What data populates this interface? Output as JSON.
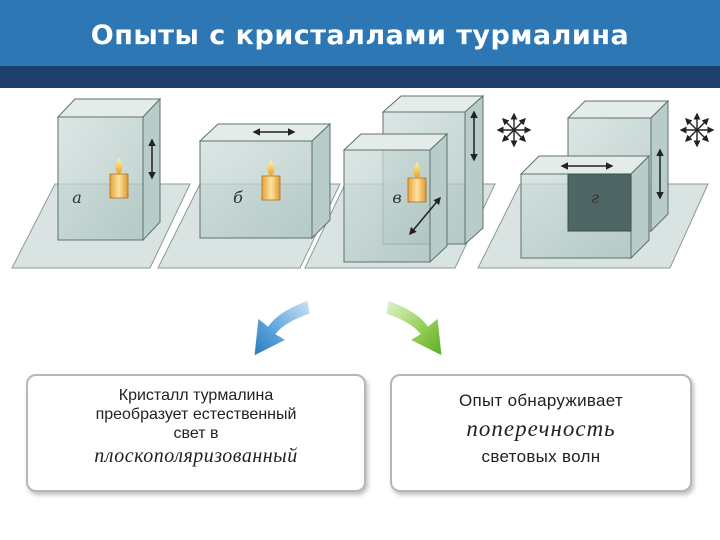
{
  "slide": {
    "title": "Опыты с кристаллами турмалина"
  },
  "figure": {
    "labels": [
      "а",
      "б",
      "в",
      "г"
    ]
  },
  "callouts": {
    "left": {
      "line1": "Кристалл турмалина",
      "line2": "преобразует естественный",
      "line3": "свет в",
      "emphasis": "плоскополяризованный"
    },
    "right": {
      "line1": "Опыт обнаруживает",
      "emphasis": "поперечность",
      "line2": "световых волн"
    }
  },
  "colors": {
    "header": "#2d78b4",
    "header_band": "#1c3f6b",
    "arrow_left": "#3c8fd0",
    "arrow_right": "#7dc242"
  }
}
